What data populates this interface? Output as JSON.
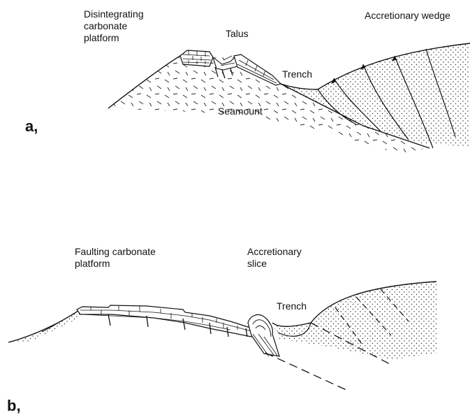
{
  "panel_a": {
    "letter": "a,",
    "labels": {
      "platform": "Disintegrating\ncarbonate\nplatform",
      "talus": "Talus",
      "wedge": "Accretionary wedge",
      "trench": "Trench",
      "seamount": "Seamount"
    }
  },
  "panel_b": {
    "letter": "b,",
    "labels": {
      "platform": "Faulting carbonate\nplatform",
      "slice": "Accretionary\nslice",
      "trench": "Trench"
    }
  },
  "colors": {
    "ink": "#111111",
    "background": "#ffffff"
  }
}
